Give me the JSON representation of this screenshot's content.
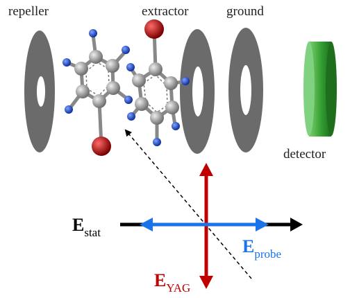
{
  "labels": {
    "repeller": "repeller",
    "extractor": "extractor",
    "ground": "ground",
    "detector": "detector"
  },
  "fields": {
    "stat": {
      "symbol": "E",
      "subscript": "stat",
      "color": "#000000"
    },
    "probe": {
      "symbol": "E",
      "subscript": "probe",
      "color": "#1a73e8"
    },
    "yag": {
      "symbol": "E",
      "subscript": "YAG",
      "color": "#c00000"
    }
  },
  "colors": {
    "plate": "#6b6b6b",
    "detector": "#3aa63a",
    "carbon": "#a0a0a0",
    "hydrogen": "#1f4fd8",
    "bromine": "#b01010"
  }
}
